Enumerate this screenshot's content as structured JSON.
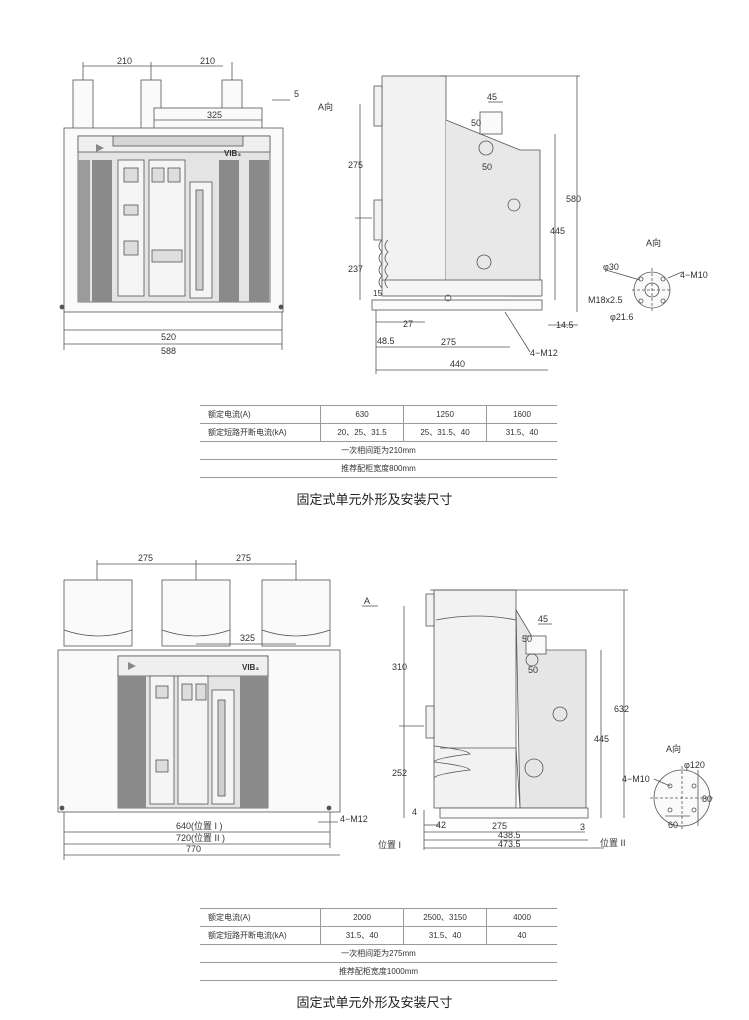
{
  "section1": {
    "caption": "固定式单元外形及安装尺寸",
    "front": {
      "dim_210_a": "210",
      "dim_210_b": "210",
      "dim_5": "5",
      "dim_325": "325",
      "dim_520": "520",
      "dim_588": "588",
      "badge": "VIB₃"
    },
    "side": {
      "a_direction": "A向",
      "dim_45": "45",
      "dim_50a": "50",
      "dim_50b": "50",
      "dim_275": "275",
      "dim_237": "237",
      "dim_15": "15",
      "dim_27": "27",
      "dim_48_5": "48.5",
      "dim_275b": "275",
      "dim_440": "440",
      "dim_580": "580",
      "dim_445": "445",
      "dim_14_5": "14.5",
      "m12": "4−M12"
    },
    "a_view": {
      "title": "A向",
      "phi30": "φ30",
      "m10": "4−M10",
      "m18": "M18x2.5",
      "phi21": "φ21.6"
    },
    "table": {
      "row1_label": "额定电流(A)",
      "row1_values": [
        "630",
        "1250",
        "1600"
      ],
      "row2_label": "额定短路开断电流(kA)",
      "row2_values": [
        "20、25、31.5",
        "25、31.5、40",
        "31.5、40"
      ],
      "row3": "一次相间距为210mm",
      "row4": "推荐配柜宽度800mm"
    }
  },
  "section2": {
    "caption": "固定式单元外形及安装尺寸",
    "front": {
      "dim_275_a": "275",
      "dim_275_b": "275",
      "dim_325": "325",
      "dim_640": "640(位置 I )",
      "dim_720": "720(位置 II )",
      "dim_770": "770",
      "m12": "4−M12",
      "badge": "VIB₃"
    },
    "side": {
      "a_arrow": "A",
      "dim_45": "45",
      "dim_50a": "50",
      "dim_50b": "50",
      "dim_310": "310",
      "dim_252": "252",
      "dim_4": "4",
      "dim_42": "42",
      "dim_275": "275",
      "dim_438_5": "438.5",
      "dim_473_5": "473.5",
      "dim_3": "3",
      "dim_632": "632",
      "dim_445": "445",
      "pos1": "位置 I",
      "pos2": "位置 II"
    },
    "a_view": {
      "title": "A向",
      "phi120": "φ120",
      "m10": "4−M10",
      "dim_80": "80",
      "dim_60": "60"
    },
    "table": {
      "row1_label": "额定电流(A)",
      "row1_values": [
        "2000",
        "2500、3150",
        "4000"
      ],
      "row2_label": "额定短路开断电流(kA)",
      "row2_values": [
        "31.5、40",
        "31.5、40",
        "40"
      ],
      "row3": "一次相间距为275mm",
      "row4": "推荐配柜宽度1000mm"
    }
  }
}
